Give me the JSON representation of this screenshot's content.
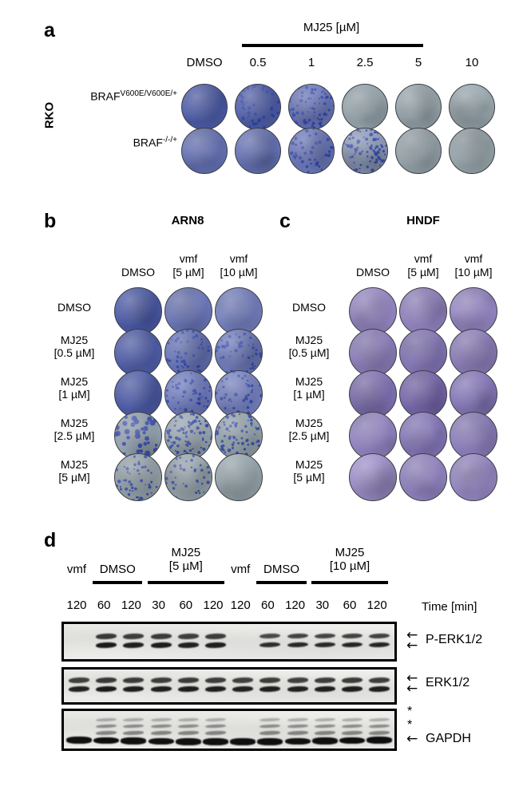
{
  "figure": {
    "caption_letters": [
      "a",
      "b",
      "c",
      "d"
    ]
  },
  "panel_a": {
    "letter": "a",
    "group_title": "MJ25 [µM]",
    "cell_line": "RKO",
    "columns": [
      "DMSO",
      "0.5",
      "1",
      "2.5",
      "5",
      "10"
    ],
    "rows": [
      {
        "label_main": "BRAF",
        "label_sup": "V600E/V600E/+"
      },
      {
        "label_main": "BRAF",
        "label_sup": "-/-/+"
      }
    ],
    "well_intensity": [
      [
        0.95,
        0.88,
        0.55,
        0.04,
        0.02,
        0.02
      ],
      [
        0.62,
        0.6,
        0.52,
        0.28,
        0.03,
        0.02
      ]
    ],
    "colony_speckle": [
      [
        0,
        1,
        2,
        0,
        0,
        0
      ],
      [
        0,
        0,
        1,
        2,
        0,
        0
      ]
    ]
  },
  "panel_b": {
    "letter": "b",
    "title": "ARN8",
    "columns": [
      {
        "line1": "",
        "line2": "DMSO"
      },
      {
        "line1": "vmf",
        "line2": "[5 µM]"
      },
      {
        "line1": "vmf",
        "line2": "[10 µM]"
      }
    ],
    "rows": [
      {
        "line1": "DMSO",
        "line2": ""
      },
      {
        "line1": "MJ25",
        "line2": "[0.5 µM]"
      },
      {
        "line1": "MJ25",
        "line2": "[1 µM]"
      },
      {
        "line1": "MJ25",
        "line2": "[2.5 µM]"
      },
      {
        "line1": "MJ25",
        "line2": "[5 µM]"
      }
    ],
    "well_intensity": [
      [
        0.98,
        0.55,
        0.42
      ],
      [
        0.92,
        0.6,
        0.48
      ],
      [
        0.95,
        0.5,
        0.4
      ],
      [
        0.1,
        0.05,
        0.04
      ],
      [
        0.03,
        0.03,
        0.02
      ]
    ],
    "colony_speckle": [
      [
        0,
        0,
        0
      ],
      [
        0,
        1,
        1
      ],
      [
        0,
        1,
        1
      ],
      [
        3,
        2,
        2
      ],
      [
        1,
        1,
        0
      ]
    ]
  },
  "panel_c": {
    "letter": "c",
    "title": "HNDF",
    "columns": [
      {
        "line1": "",
        "line2": "DMSO"
      },
      {
        "line1": "vmf",
        "line2": "[5 µM]"
      },
      {
        "line1": "vmf",
        "line2": "[10 µM]"
      }
    ],
    "rows": [
      {
        "line1": "DMSO",
        "line2": ""
      },
      {
        "line1": "MJ25",
        "line2": "[0.5 µM]"
      },
      {
        "line1": "MJ25",
        "line2": "[1 µM]"
      },
      {
        "line1": "MJ25",
        "line2": "[2.5 µM]"
      },
      {
        "line1": "MJ25",
        "line2": "[5 µM]"
      }
    ],
    "well_intensity": [
      [
        0.72,
        0.74,
        0.73
      ],
      [
        0.76,
        0.8,
        0.75
      ],
      [
        0.82,
        0.86,
        0.8
      ],
      [
        0.74,
        0.8,
        0.76
      ],
      [
        0.7,
        0.74,
        0.72
      ]
    ]
  },
  "panel_d": {
    "letter": "d",
    "time_axis_label": "Time [min]",
    "treatment_groups": [
      {
        "line1": "",
        "line2": "vmf",
        "bar": false,
        "lanes": [
          "120"
        ]
      },
      {
        "line1": "",
        "line2": "DMSO",
        "bar": true,
        "lanes": [
          "60",
          "120"
        ]
      },
      {
        "line1": "MJ25",
        "line2": "[5 µM]",
        "bar": true,
        "lanes": [
          "30",
          "60",
          "120"
        ]
      },
      {
        "line1": "",
        "line2": "vmf",
        "bar": false,
        "lanes": [
          "120"
        ]
      },
      {
        "line1": "",
        "line2": "DMSO",
        "bar": true,
        "lanes": [
          "60",
          "120"
        ]
      },
      {
        "line1": "MJ25",
        "line2": "[10 µM]",
        "bar": true,
        "lanes": [
          "30",
          "60",
          "120"
        ]
      }
    ],
    "lane_times": [
      "120",
      "60",
      "120",
      "30",
      "60",
      "120",
      "120",
      "60",
      "120",
      "30",
      "60",
      "120"
    ],
    "blots": [
      {
        "name": "P-ERK1/2",
        "label": "P-ERK1/2",
        "arrows": 2,
        "stars": 0,
        "lane_signal": [
          0.0,
          0.92,
          0.88,
          0.9,
          0.86,
          0.88,
          0.0,
          0.72,
          0.78,
          0.76,
          0.8,
          0.82
        ]
      },
      {
        "name": "ERK1/2",
        "label": "ERK1/2",
        "arrows": 2,
        "stars": 0,
        "lane_signal": [
          0.85,
          0.92,
          0.9,
          0.88,
          0.9,
          0.88,
          0.86,
          0.88,
          0.86,
          0.88,
          0.9,
          0.88
        ]
      },
      {
        "name": "GAPDH",
        "label": "GAPDH",
        "arrows": 1,
        "stars": 2,
        "lane_signal": [
          0.95,
          0.98,
          0.97,
          0.96,
          0.95,
          0.97,
          0.94,
          0.96,
          0.96,
          0.97,
          0.98,
          0.98
        ],
        "faint_upper": [
          0,
          1,
          1,
          1,
          1,
          1,
          0,
          1,
          1,
          1,
          1,
          1
        ]
      }
    ]
  },
  "colors": {
    "colony_dark_blue": "#4a5aa8",
    "colony_mid_blue": "#7b86c4",
    "colony_light": "#9fadb4",
    "well_empty": "#9aa8ad",
    "hndf_purple": "#8878b8",
    "blot_background": "#e9e9e7",
    "band_black": "#101010",
    "figure_background": "#ffffff"
  }
}
